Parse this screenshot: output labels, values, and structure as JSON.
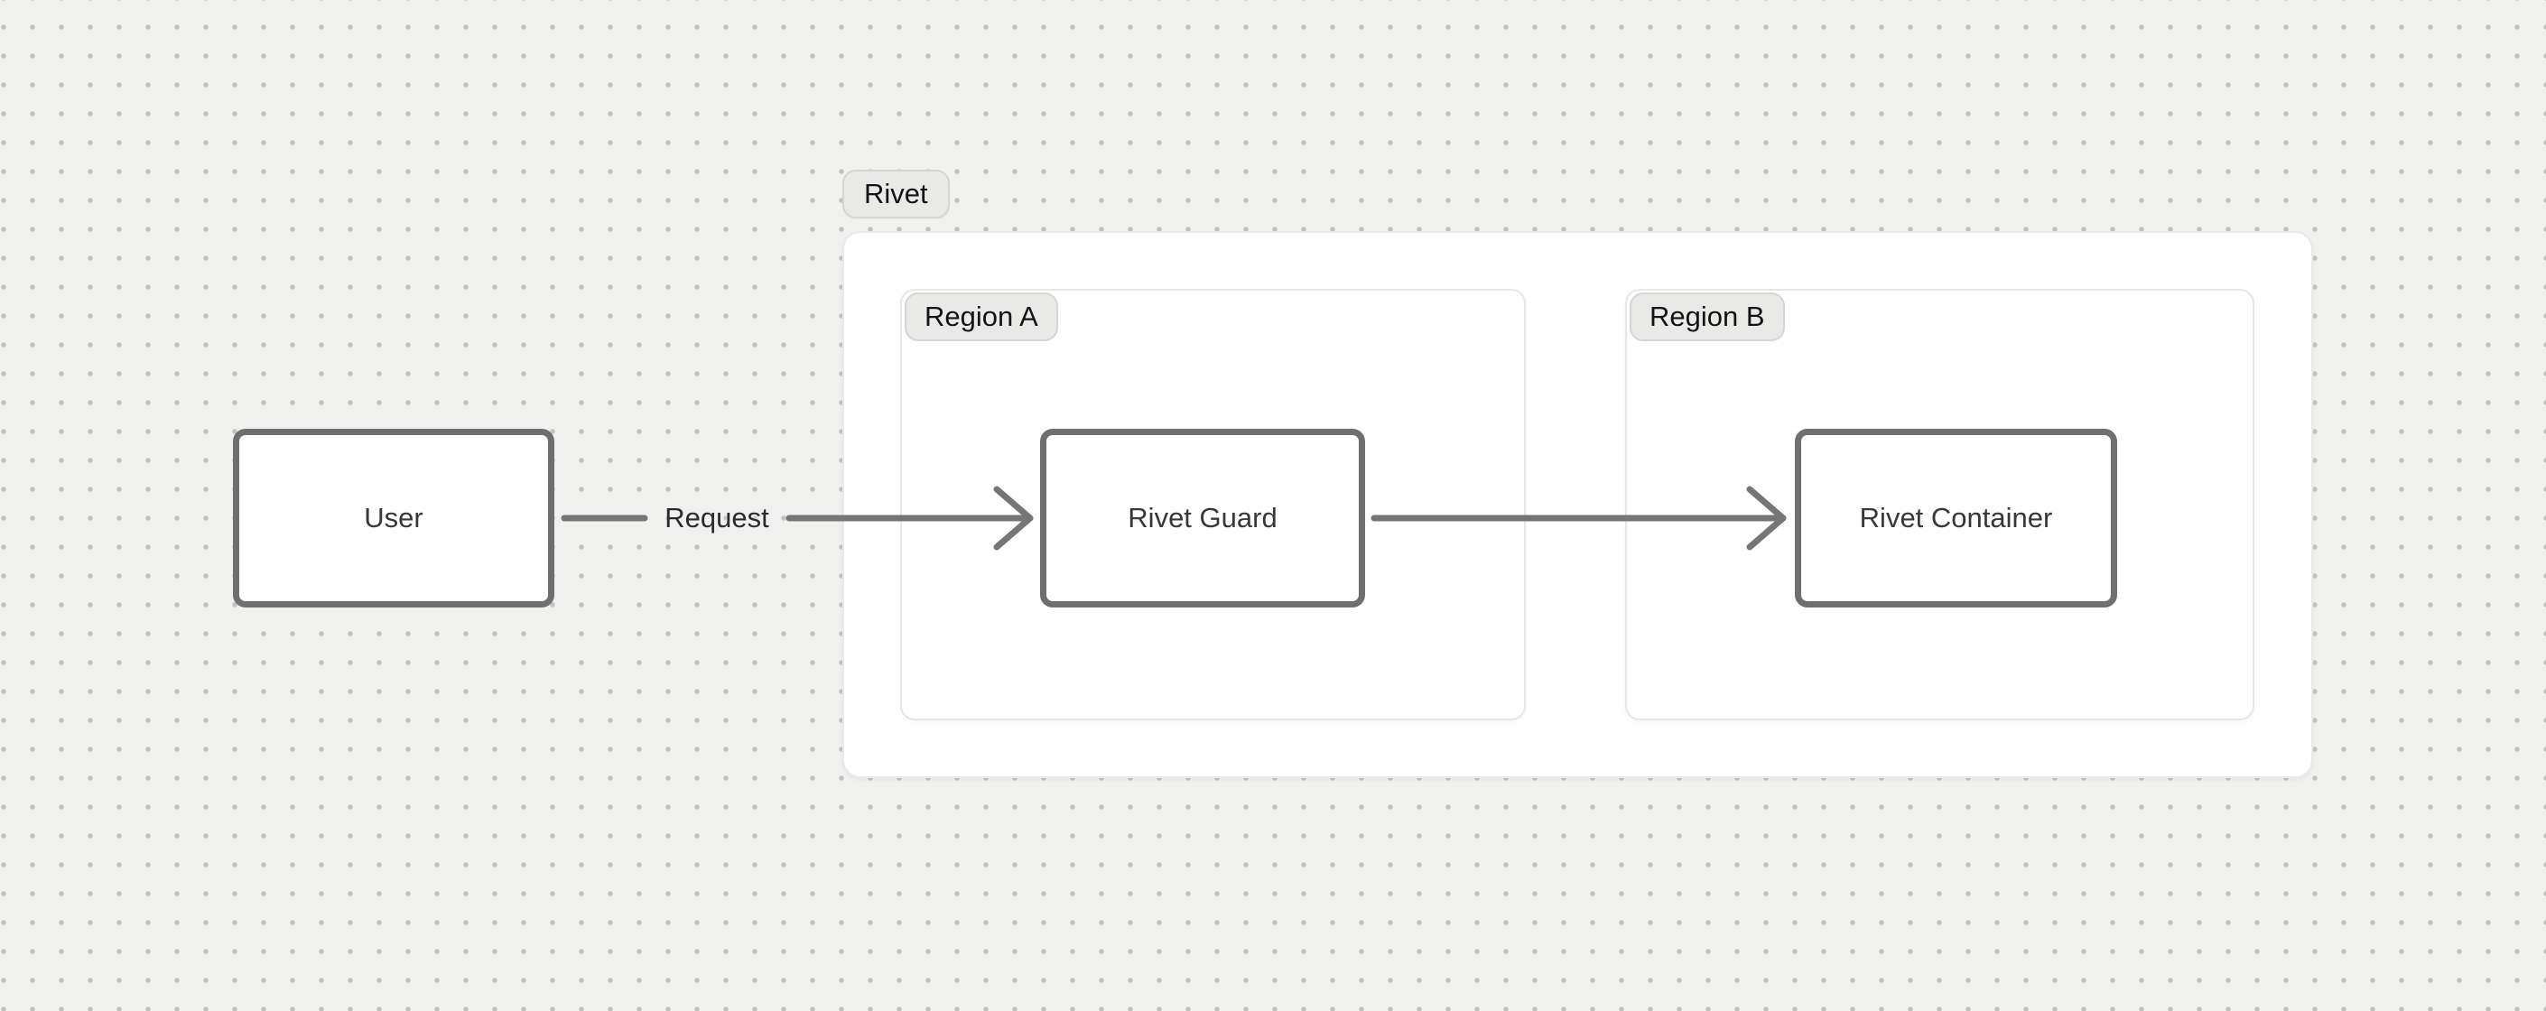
{
  "canvas": {
    "background_color": "#f1f1f0",
    "dot_color": "#c2c2c1"
  },
  "colors": {
    "node_bg": "#ffffff",
    "node_border": "#6f6f6f",
    "node_text": "#383838",
    "arrow": "#767676",
    "edge_label_text": "#2b2b2b",
    "badge_bg": "#e9e9e8",
    "badge_border": "#d5d5d4",
    "badge_text": "#141414",
    "container_bg": "#ffffff",
    "container_border": "#eaeae9",
    "region_border": "#e7e7e6"
  },
  "diagram": {
    "group": {
      "label": "Rivet"
    },
    "regions": [
      {
        "id": "region-a",
        "label": "Region A"
      },
      {
        "id": "region-b",
        "label": "Region B"
      }
    ],
    "nodes": [
      {
        "id": "user",
        "label": "User"
      },
      {
        "id": "rivet-guard",
        "label": "Rivet Guard",
        "region": "Region A"
      },
      {
        "id": "rivet-container",
        "label": "Rivet Container",
        "region": "Region B"
      }
    ],
    "edges": [
      {
        "from": "User",
        "to": "Rivet Guard",
        "label": "Request"
      },
      {
        "from": "Rivet Guard",
        "to": "Rivet Container",
        "label": ""
      }
    ]
  }
}
